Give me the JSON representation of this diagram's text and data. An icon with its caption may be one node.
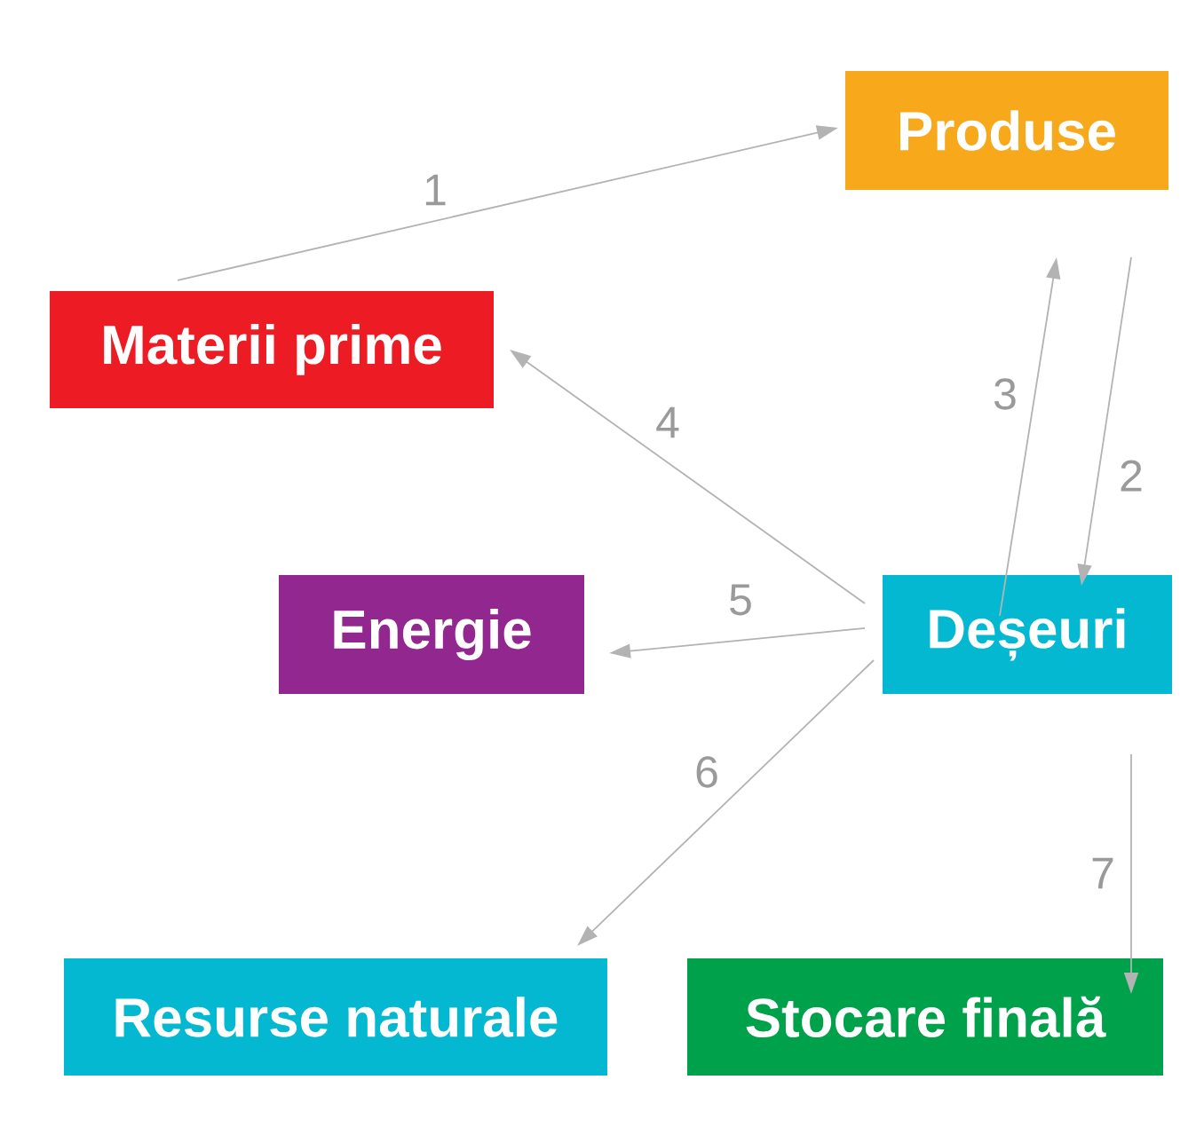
{
  "diagram": {
    "nodes": [
      {
        "text": [
          "Produse"
        ]
      },
      {
        "text": [
          "Materii prime"
        ]
      },
      {
        "text": [
          "Energie"
        ]
      },
      {
        "text": [
          "Deșeuri"
        ]
      },
      {
        "text": [
          "Resurse naturale"
        ]
      },
      {
        "text": [
          "Stocare finală"
        ]
      }
    ],
    "edges": [
      {
        "from": 1,
        "to": 0,
        "arrow": "to",
        "label": "1"
      },
      {
        "from": 0,
        "to": 3,
        "arrow": "to",
        "label": "2"
      },
      {
        "from": 3,
        "to": 0,
        "arrow": "to",
        "label": "3"
      },
      {
        "from": 3,
        "to": 1,
        "arrow": "to",
        "label": "4"
      },
      {
        "from": 3,
        "to": 2,
        "arrow": "to",
        "label": "5"
      },
      {
        "from": 3,
        "to": 4,
        "arrow": "to",
        "label": "6"
      },
      {
        "from": 3,
        "to": 5,
        "arrow": "to",
        "label": "7"
      }
    ]
  }
}
